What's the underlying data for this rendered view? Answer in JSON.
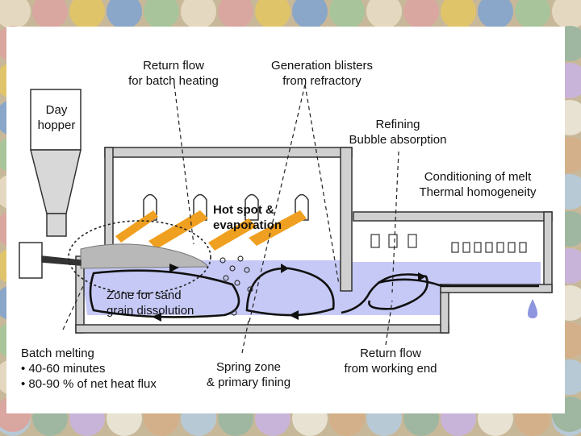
{
  "labels": {
    "day_hopper": "Day\nhopper",
    "return_flow_batch": "Return flow\nfor batch heating",
    "generation_blisters": "Generation blisters\nfrom refractory",
    "refining": "Refining\nBubble absorption",
    "conditioning": "Conditioning of melt\nThermal homogeneity",
    "hot_spot": "Hot spot &\nevaporation",
    "zone_sand": "Zone for sand\ngrain dissolution",
    "batch_melting_title": "Batch melting",
    "batch_melting_items": [
      "40-60 minutes",
      "80-90 % of net heat flux"
    ],
    "spring_zone": "Spring zone\n& primary fining",
    "return_flow_working": "Return flow\nfrom working end",
    "boxes_small": [
      "",
      "",
      ""
    ],
    "boxes_row": [
      "",
      "",
      "",
      "",
      "",
      "",
      ""
    ]
  },
  "colors": {
    "melt": "#c6c9f5",
    "flame": "#f0a020",
    "wall": "#d0d0d0",
    "drop": "#8f96e0"
  }
}
